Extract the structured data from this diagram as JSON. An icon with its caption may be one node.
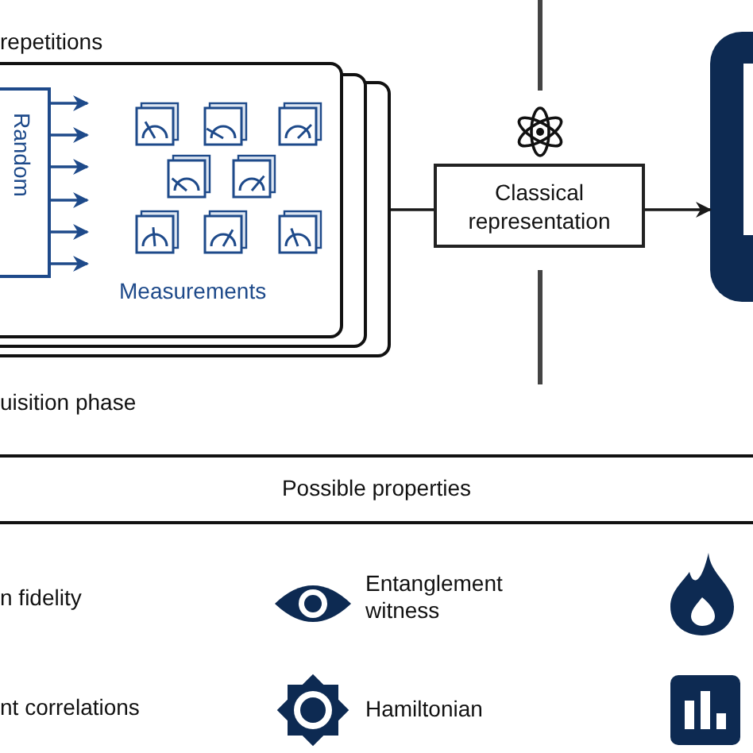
{
  "diagram": {
    "nodes": [
      {
        "text": [
          "repetitions",
          "Measurements"
        ]
      },
      {
        "text": [
          "Random"
        ],
        "in": 0
      },
      {
        "text": [
          "Classical representation"
        ]
      },
      {
        "text": [],
        "shape": "box"
      }
    ],
    "edges": [
      {
        "from": 1,
        "to": null,
        "arrow": "to"
      },
      {
        "from": 1,
        "to": null,
        "arrow": "to"
      },
      {
        "from": 1,
        "to": null,
        "arrow": "to"
      },
      {
        "from": 1,
        "to": null,
        "arrow": "to"
      },
      {
        "from": 1,
        "to": null,
        "arrow": "to"
      },
      {
        "from": 1,
        "to": null,
        "arrow": "to"
      },
      {
        "from": 0,
        "to": 2,
        "arrow": "none",
        "color": "#1a1a1a"
      },
      {
        "from": 2,
        "to": 3,
        "arrow": "to",
        "color": "#1a1a1a"
      }
    ],
    "labels": [
      "uisition phase",
      "Possible properties",
      "n fidelity",
      "Entanglement witness",
      "nt correlations",
      "Hamiltonian"
    ]
  }
}
